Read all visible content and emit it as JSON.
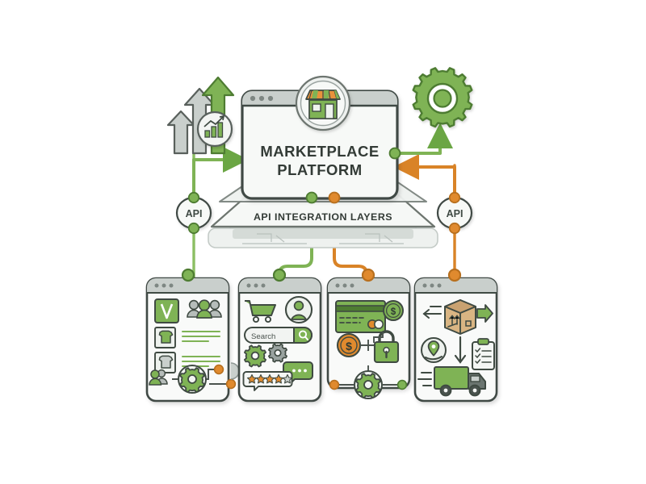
{
  "diagram": {
    "title": "MARKETPLACE PLATFORM",
    "title_line1": "MARKETPLACE",
    "title_line2": "PLATFORM",
    "middle_layer_label": "API INTEGRATION LAYERS",
    "api_badge_left": "API",
    "api_badge_right": "API",
    "background": "#ffffff"
  },
  "colors": {
    "green": "#6ba644",
    "green_dark": "#4e7c32",
    "green_light": "#8cbf63",
    "orange": "#e08a2e",
    "orange_dark": "#c06f1c",
    "gray": "#9aa3a0",
    "gray_light": "#d8dcda",
    "gray_lighter": "#eef1ef",
    "ink": "#333b36",
    "panel": "#f4f6f4",
    "white": "#ffffff"
  },
  "top_icons": [
    {
      "name": "growth-arrows-icon",
      "label": "growth arrows with chart badge"
    },
    {
      "name": "storefront-icon",
      "label": "marketplace storefront"
    },
    {
      "name": "gear-icon",
      "label": "settings gear"
    }
  ],
  "cards": [
    {
      "id": "card-catalog",
      "connector_color": "#6ba644",
      "icons": [
        "vendor-logo-icon",
        "user-group-icon",
        "tshirt-product-icon",
        "tshirt-product-gray-icon",
        "text-lines",
        "gear-icon",
        "user-group-small-icon"
      ]
    },
    {
      "id": "card-storefront",
      "connector_color": "#6ba644",
      "search_placeholder": "Search",
      "rating_filled": 4,
      "rating_total": 5,
      "icons": [
        "shopping-cart-icon",
        "user-avatar-icon",
        "search-icon",
        "gear-icon",
        "gear-gray-icon",
        "chat-bubble-icon",
        "star-rating-icon"
      ]
    },
    {
      "id": "card-payments",
      "connector_color": "#e08a2e",
      "icons": [
        "credit-card-icon",
        "dollar-coin-green-icon",
        "dollar-coin-orange-icon",
        "padlock-icon",
        "gear-icon"
      ]
    },
    {
      "id": "card-logistics",
      "connector_color": "#e08a2e",
      "icons": [
        "parcel-box-icon",
        "arrow-right-icon",
        "arrow-left-icon",
        "location-pin-hand-icon",
        "clipboard-checklist-icon",
        "delivery-truck-icon",
        "arrow-down-icon"
      ]
    }
  ]
}
